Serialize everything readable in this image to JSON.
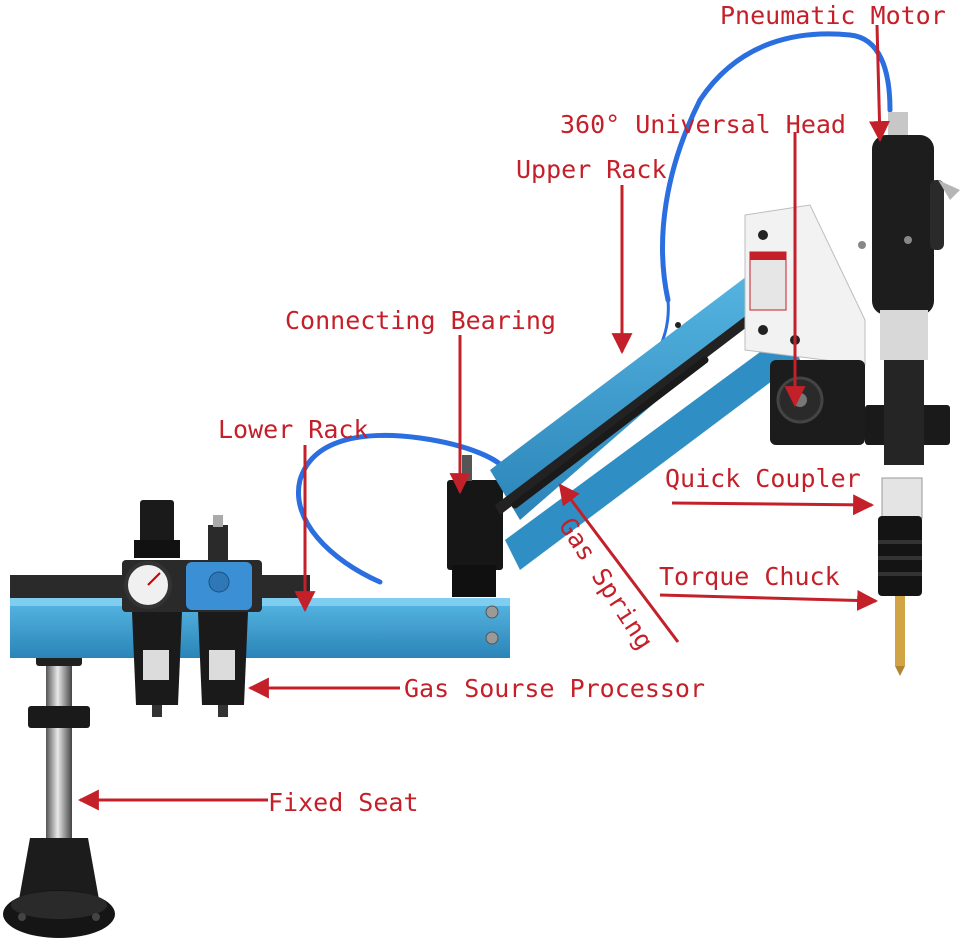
{
  "labels": {
    "pneumatic_motor": "Pneumatic Motor",
    "universal_head": "360° Universal Head",
    "upper_rack": "Upper Rack",
    "connecting_bearing": "Connecting Bearing",
    "lower_rack": "Lower Rack",
    "quick_coupler": "Quick Coupler",
    "gas_spring": "Gas Spring",
    "torque_chuck": "Torque Chuck",
    "gas_source_processor": "Gas Sourse Processor",
    "fixed_seat": "Fixed Seat"
  },
  "colors": {
    "label": "#c4202a",
    "arrow": "#c4202a",
    "arm": "#3a9fd0",
    "hose": "#2a6ee0",
    "black_part": "#151515",
    "white_panel": "#f2f2f2",
    "brass": "#d1a445"
  }
}
